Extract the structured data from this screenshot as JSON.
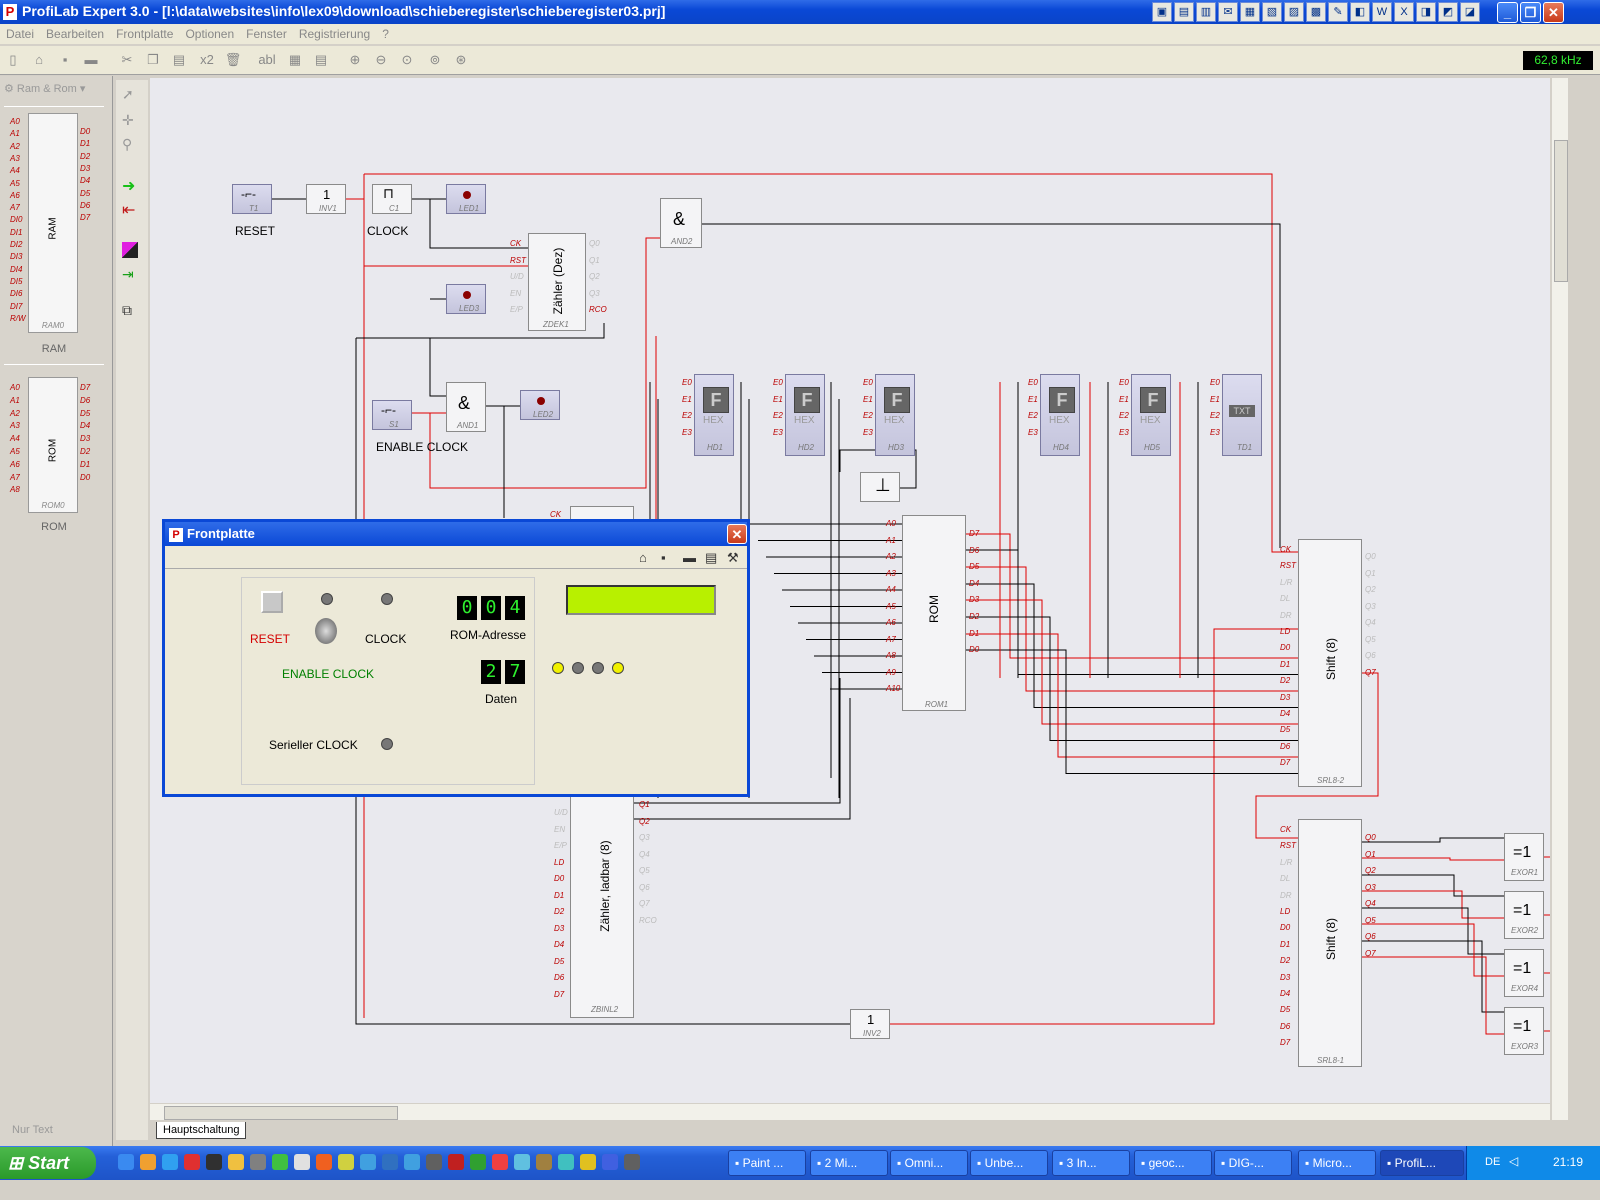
{
  "window": {
    "title": "ProfiLab Expert 3.0 - [l:\\data\\websites\\info\\lex09\\download\\schieberegister\\schieberegister03.prj]",
    "app_icon": "P"
  },
  "menu": [
    "Datei",
    "Bearbeiten",
    "Frontplatte",
    "Optionen",
    "Fenster",
    "Registrierung",
    "?"
  ],
  "toolbar": {
    "copy_count_label": "x2",
    "text_tool_label": "abl"
  },
  "frequency": "62,8 kHz",
  "library": {
    "selector": "Ram & Rom",
    "items": [
      {
        "name": "RAM",
        "sublabel": "RAM0",
        "left_pins": [
          "A0",
          "A1",
          "A2",
          "A3",
          "A4",
          "A5",
          "A6",
          "A7",
          "DI0",
          "DI1",
          "DI2",
          "DI3",
          "DI4",
          "DI5",
          "DI6",
          "DI7",
          "R/W"
        ],
        "right_pins": [
          "D0",
          "D1",
          "D2",
          "D3",
          "D4",
          "D5",
          "D6",
          "D7"
        ]
      },
      {
        "name": "ROM",
        "sublabel": "ROM0",
        "left_pins": [
          "A0",
          "A1",
          "A2",
          "A3",
          "A4",
          "A5",
          "A6",
          "A7",
          "A8"
        ],
        "right_pins": [
          "D7",
          "D6",
          "D5",
          "D4",
          "D3",
          "D2",
          "D1",
          "D0"
        ]
      }
    ],
    "footer": "Nur Text"
  },
  "tab": "Hauptschaltung",
  "circuit": {
    "reset_button": {
      "label": "RESET",
      "id": "T1"
    },
    "inv1": {
      "symbol": "1",
      "id": "INV1"
    },
    "clock": {
      "label": "CLOCK",
      "id": "C1"
    },
    "led1": "LED1",
    "led3": "LED3",
    "led2": "LED2",
    "and2": {
      "symbol": "&",
      "id": "AND2"
    },
    "and1": {
      "symbol": "&",
      "id": "AND1"
    },
    "enable_switch": {
      "label": "ENABLE CLOCK",
      "id": "S1"
    },
    "zdek1": {
      "title": "Zähler (Dez)",
      "id": "ZDEK1",
      "in_pins": [
        "CK",
        "RST",
        "U/D",
        "EN",
        "E/P"
      ],
      "out_pins": [
        "Q0",
        "Q1",
        "Q2",
        "Q3",
        "RCO"
      ]
    },
    "hex_displays": [
      {
        "id": "HD1",
        "icon": "F",
        "text": "HEX"
      },
      {
        "id": "HD2",
        "icon": "F",
        "text": "HEX"
      },
      {
        "id": "HD3",
        "icon": "F",
        "text": "HEX"
      },
      {
        "id": "HD4",
        "icon": "F",
        "text": "HEX"
      },
      {
        "id": "HD5",
        "icon": "F",
        "text": "HEX"
      }
    ],
    "hex_pins": [
      "E0",
      "E1",
      "E2",
      "E3"
    ],
    "text_display": {
      "id": "TD1",
      "icon": "TXT"
    },
    "rom": {
      "title": "ROM",
      "id": "ROM1",
      "in_pins": [
        "A0",
        "A1",
        "A2",
        "A3",
        "A4",
        "A5",
        "A6",
        "A7",
        "A8",
        "A9",
        "A10"
      ],
      "out_pins": [
        "D7",
        "D6",
        "D5",
        "D4",
        "D3",
        "D2",
        "D1",
        "D0"
      ]
    },
    "zbinl2": {
      "title": "Zähler, ladbar (8)",
      "id": "ZBINL2",
      "in_pins": [
        "U/D",
        "EN",
        "E/P",
        "LD",
        "D0",
        "D1",
        "D2",
        "D3",
        "D4",
        "D5",
        "D6",
        "D7"
      ],
      "out_pins": [
        "Q1",
        "Q2",
        "Q3",
        "Q4",
        "Q5",
        "Q6",
        "Q7",
        "RCO"
      ]
    },
    "srl82": {
      "title": "Shift (8)",
      "id": "SRL8-2",
      "in_pins": [
        "CK",
        "RST",
        "L/R",
        "DL",
        "DR",
        "LD",
        "D0",
        "D1",
        "D2",
        "D3",
        "D4",
        "D5",
        "D6",
        "D7"
      ],
      "out_pins": [
        "Q0",
        "Q1",
        "Q2",
        "Q3",
        "Q4",
        "Q5",
        "Q6",
        "Q7"
      ]
    },
    "srl81": {
      "title": "Shift (8)",
      "id": "SRL8-1",
      "in_pins": [
        "CK",
        "RST",
        "L/R",
        "DL",
        "DR",
        "LD",
        "D0",
        "D1",
        "D2",
        "D3",
        "D4",
        "D5",
        "D6",
        "D7"
      ],
      "out_pins": [
        "Q0",
        "Q1",
        "Q2",
        "Q3",
        "Q4",
        "Q5",
        "Q6",
        "Q7"
      ]
    },
    "exor": [
      {
        "id": "EXOR1",
        "symbol": "=1"
      },
      {
        "id": "EXOR2",
        "symbol": "=1"
      },
      {
        "id": "EXOR4",
        "symbol": "=1"
      },
      {
        "id": "EXOR3",
        "symbol": "=1"
      }
    ],
    "inv2": {
      "symbol": "1",
      "id": "INV2"
    },
    "partial_zbinl_top": "CK"
  },
  "frontplatte": {
    "title": "Frontplatte",
    "reset_label": "RESET",
    "clock_label": "CLOCK",
    "enable_label": "ENABLE CLOCK",
    "rom_address_label": "ROM-Adresse",
    "rom_address_digits": [
      "0",
      "0",
      "4"
    ],
    "data_label": "Daten",
    "data_digits": [
      "2",
      "7"
    ],
    "serial_clock_label": "Serieller CLOCK",
    "led_states": [
      "on",
      "off",
      "off",
      "on"
    ],
    "colors": {
      "reset": "#d40000",
      "enable": "#008000",
      "lcd": "#b8f000",
      "led_on": "#f0f000"
    }
  },
  "taskbar": {
    "start": "Start",
    "tasks": [
      "Paint ...",
      "2 Mi...",
      "Omni...",
      "Unbe...",
      "3 In...",
      "geoc...",
      "DIG-...",
      "Micro...",
      "ProfiL..."
    ],
    "lang": "DE",
    "clock": "21:19"
  }
}
